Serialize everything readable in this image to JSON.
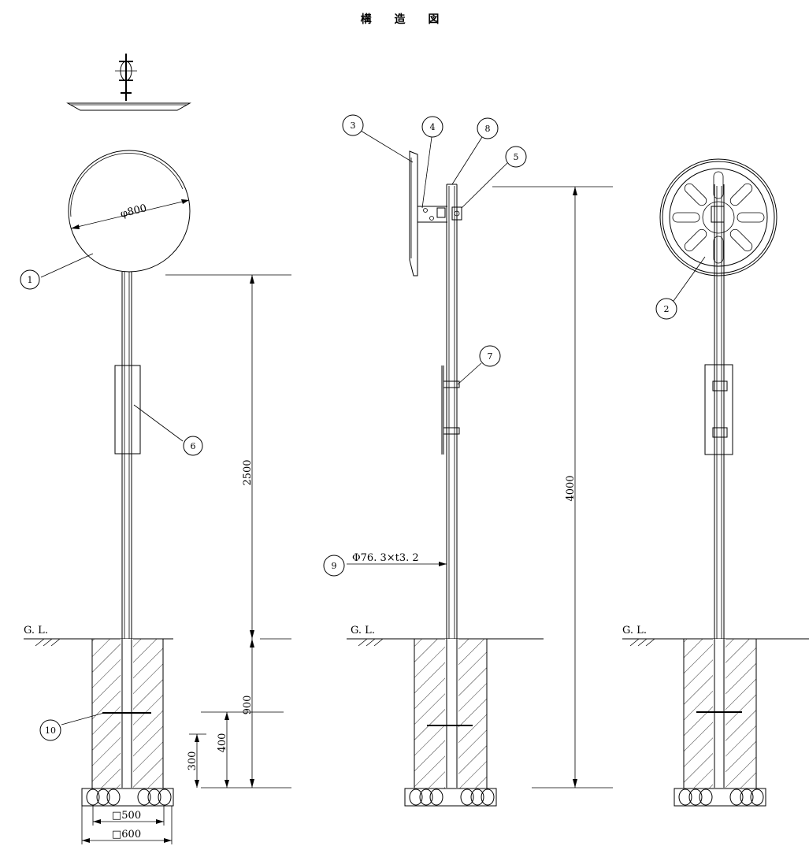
{
  "title": "構 造 図",
  "ground_label": "G. L.",
  "dimensions": {
    "mirror_diameter": "φ800",
    "mirror_height": "2500",
    "embed_depth": "900",
    "d400": "400",
    "d300": "300",
    "base_inner": "□500",
    "base_outer": "□600",
    "total_height": "4000",
    "pipe_spec": "Φ76. 3×t3. 2"
  },
  "callouts": [
    "1",
    "2",
    "3",
    "4",
    "5",
    "6",
    "7",
    "8",
    "9",
    "10"
  ],
  "colors": {
    "line": "#000000",
    "background": "#ffffff"
  }
}
